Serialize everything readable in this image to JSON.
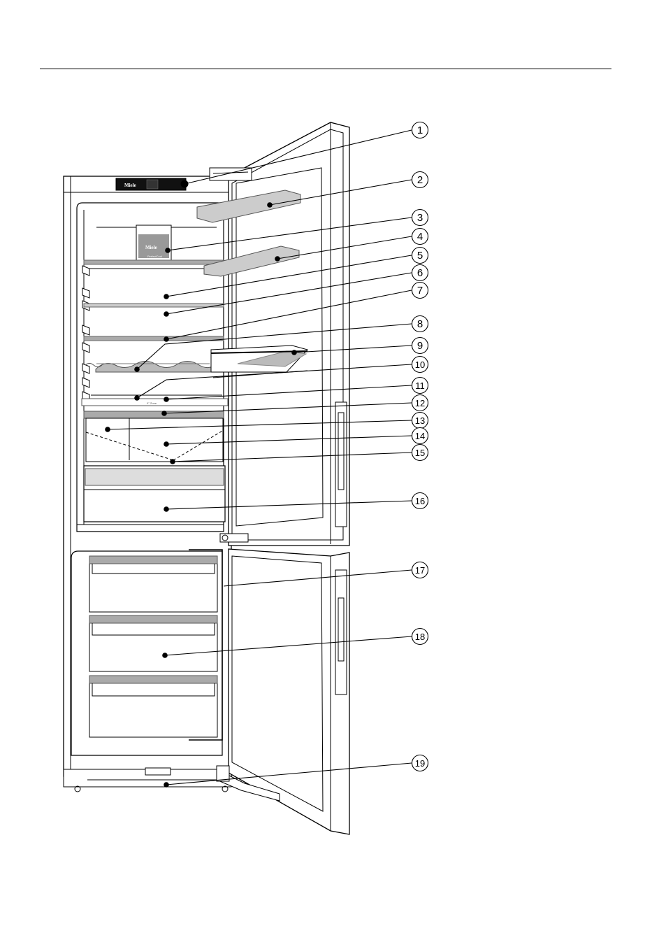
{
  "appliance": {
    "brand_badge": "Miele",
    "drawer_badge_brand": "Miele",
    "drawer_badge_line": "PerfectCool",
    "zone_label": "0° Zone"
  },
  "callouts": [
    "1",
    "2",
    "3",
    "4",
    "5",
    "6",
    "7",
    "8",
    "9",
    "10",
    "11",
    "12",
    "13",
    "14",
    "15",
    "16",
    "17",
    "18",
    "19"
  ]
}
